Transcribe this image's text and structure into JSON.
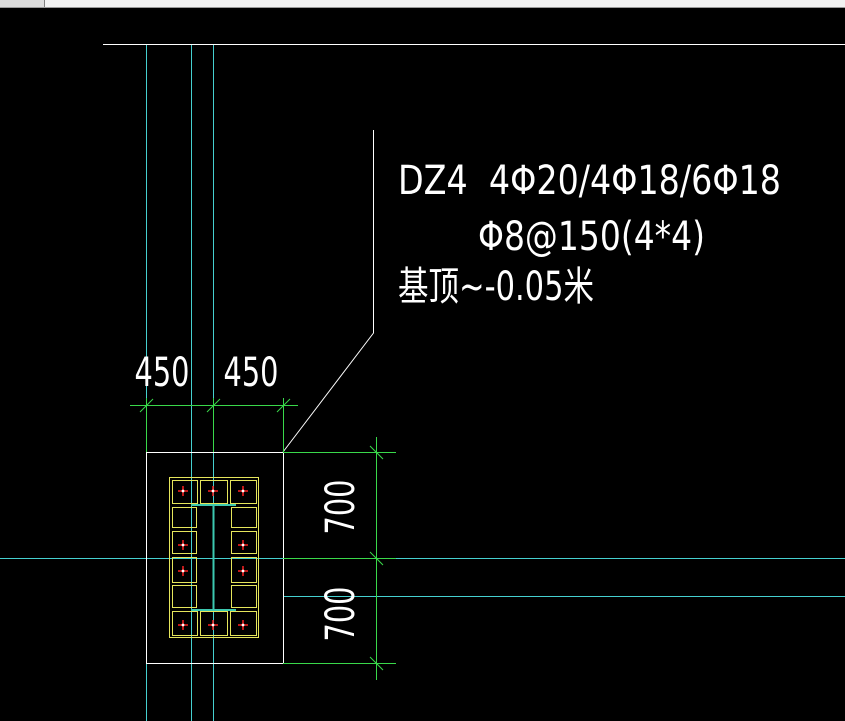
{
  "colors": {
    "background": "#000000",
    "axis": "#45d0d0",
    "outline": "#ffffff",
    "text": "#ffffff",
    "dimension": "#39d84a",
    "stirrup": "#e6e65c",
    "section": "#3cc8b0",
    "rebar": "#ff2020",
    "rebar_cross": "#ffffff"
  },
  "annotation": {
    "line1": "DZ4  4Φ20/4Φ18/6Φ18",
    "line2": "Φ8@150(4*4)",
    "line3": "基顶~-0.05米"
  },
  "dimensions": {
    "width_left": "450",
    "width_right": "450",
    "height_top": "700",
    "height_bottom": "700"
  },
  "icons": {
    "rebar": "rebar-cross-icon"
  }
}
